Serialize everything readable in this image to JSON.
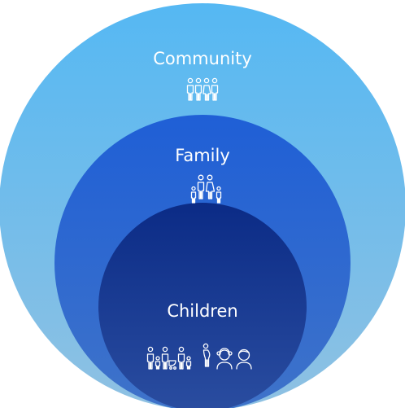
{
  "diagram": {
    "type": "nested-circles",
    "levels": [
      {
        "label": "Community",
        "icon": "group-of-people-icon",
        "color_top": "#55b8f3",
        "color_bottom": "#8fc1e2"
      },
      {
        "label": "Family",
        "icon": "family-icon",
        "color_top": "#1f5fd6",
        "color_bottom": "#3f73c9"
      },
      {
        "label": "Children",
        "icon": "children-icons",
        "color_top": "#0b2b86",
        "color_bottom": "#2a4da0"
      }
    ],
    "icon_color": "#ffffff",
    "text_color": "#ffffff"
  }
}
